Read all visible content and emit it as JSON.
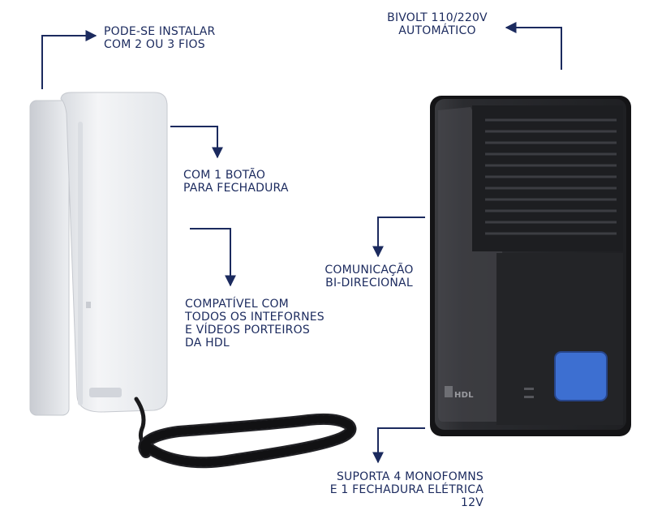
{
  "callouts": {
    "install": "PODE-SE INSTALAR\nCOM 2 OU 3 FIOS",
    "button": "COM 1 BOTÃO\nPARA FECHADURA",
    "compatible": "COMPATÍVEL  COM\nTODOS OS INTEFORNES\nE VÍDEOS PORTEIROS\nDA HDL",
    "bivolt": "BIVOLT 110/220V\nAUTOMÁTICO",
    "communication": "COMUNICAÇÃO\nBI-DIRECIONAL",
    "supports": "SUPORTA 4 MONOFOMNS\nE 1 FECHADURA ELÉTRICA\n12V"
  },
  "door_panel": {
    "brand": "HDL"
  },
  "colors": {
    "text": "#1b2a5e",
    "arrow": "#1b2a5e",
    "handset": "#eef0f3",
    "panel": "#2a2b2e",
    "button": "#3d6fd1"
  },
  "icons": {
    "arrow": "arrow-icon"
  }
}
